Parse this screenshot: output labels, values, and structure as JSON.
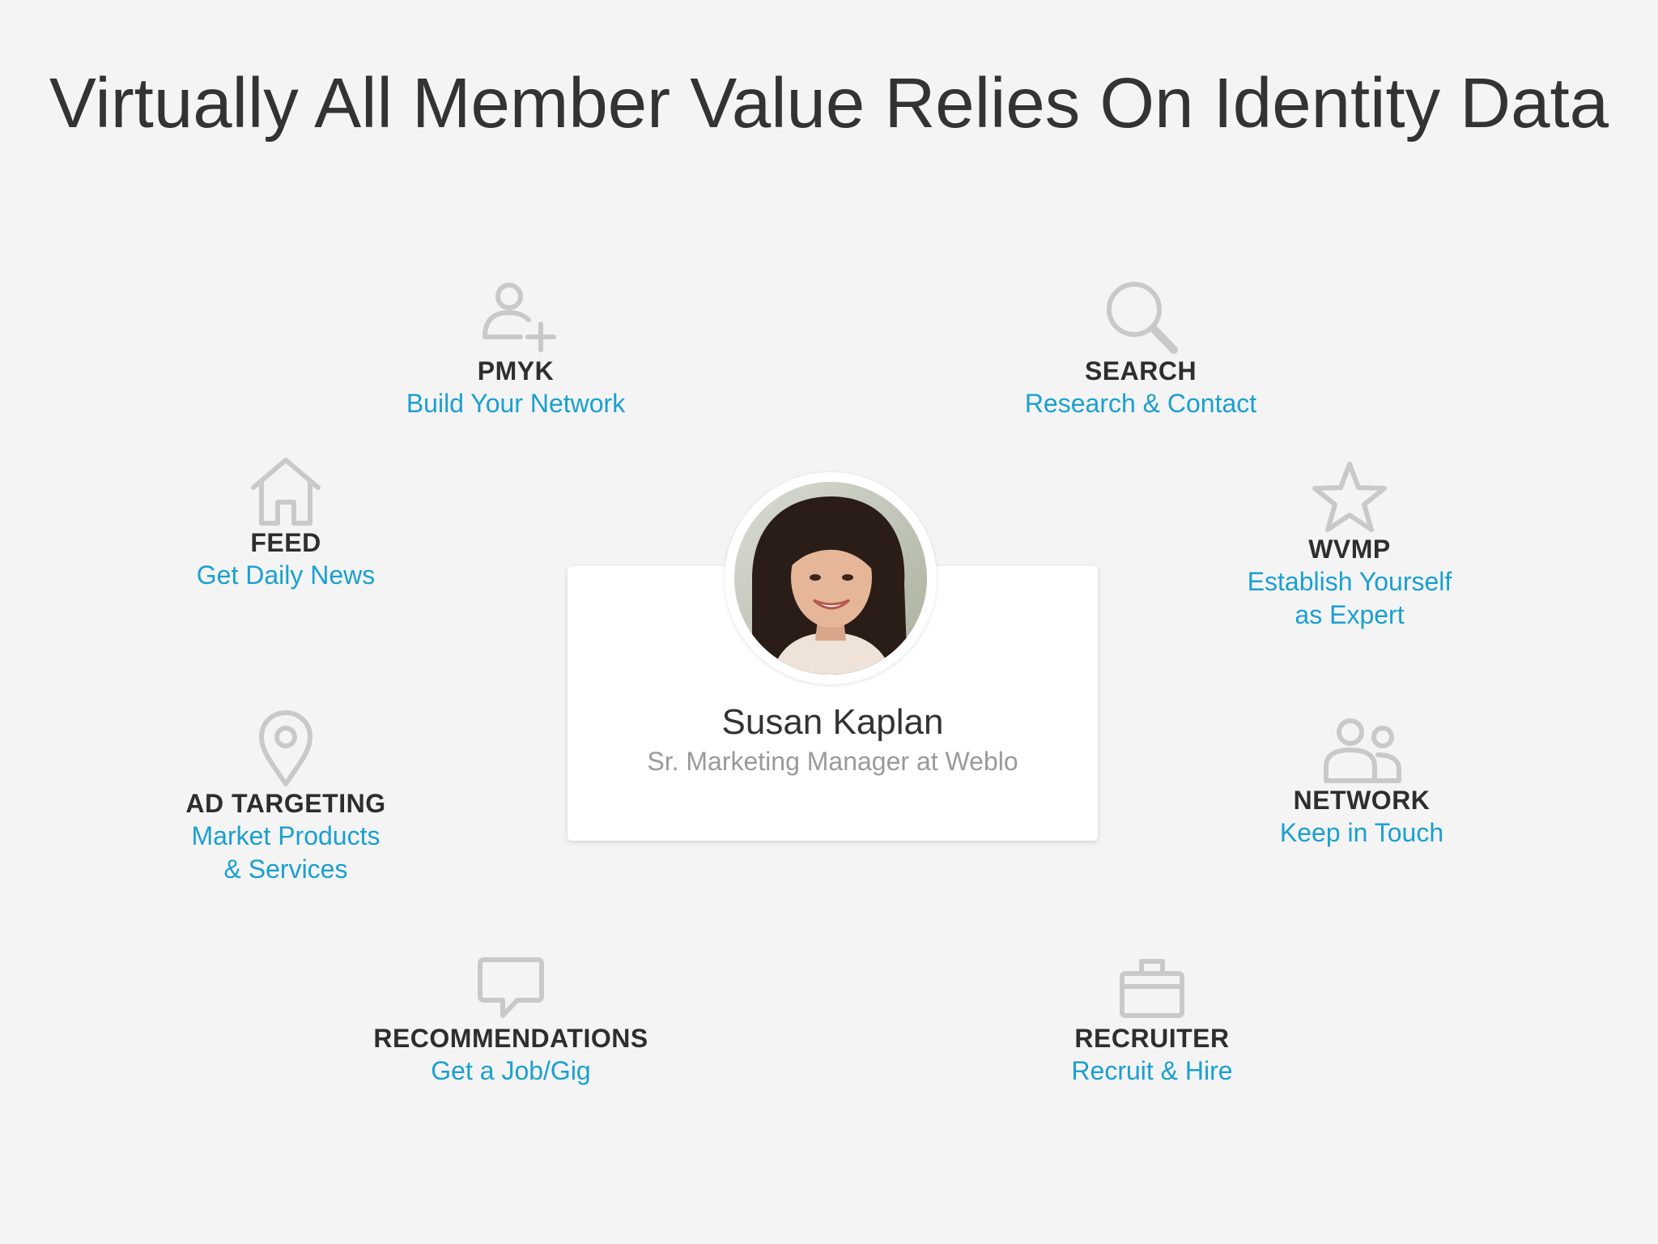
{
  "slide": {
    "title": "Virtually All Member Value Relies On Identity Data"
  },
  "profile": {
    "name": "Susan Kaplan",
    "headline": "Sr. Marketing Manager at Weblo"
  },
  "features": {
    "pmyk": {
      "icon": "add-person-icon",
      "label": "PMYK",
      "sub": "Build Your Network"
    },
    "search": {
      "icon": "magnifier-icon",
      "label": "SEARCH",
      "sub": "Research & Contact"
    },
    "feed": {
      "icon": "house-icon",
      "label": "FEED",
      "sub": "Get Daily News"
    },
    "wvmp": {
      "icon": "star-icon",
      "label": "WVMP",
      "sub": "Establish Yourself\nas Expert"
    },
    "ad_targeting": {
      "icon": "map-pin-icon",
      "label": "AD TARGETING",
      "sub": "Market Products\n& Services"
    },
    "network": {
      "icon": "people-icon",
      "label": "NETWORK",
      "sub": "Keep in Touch"
    },
    "recommendations": {
      "icon": "speech-bubble-icon",
      "label": "RECOMMENDATIONS",
      "sub": "Get a Job/Gig"
    },
    "recruiter": {
      "icon": "briefcase-icon",
      "label": "RECRUITER",
      "sub": "Recruit & Hire"
    }
  },
  "colors": {
    "background": "#f4f4f5",
    "label": "#2e2e2e",
    "sub_text": "#1aa0d0",
    "icon_stroke": "#c9c9c9",
    "headline": "#9a9a9a"
  }
}
